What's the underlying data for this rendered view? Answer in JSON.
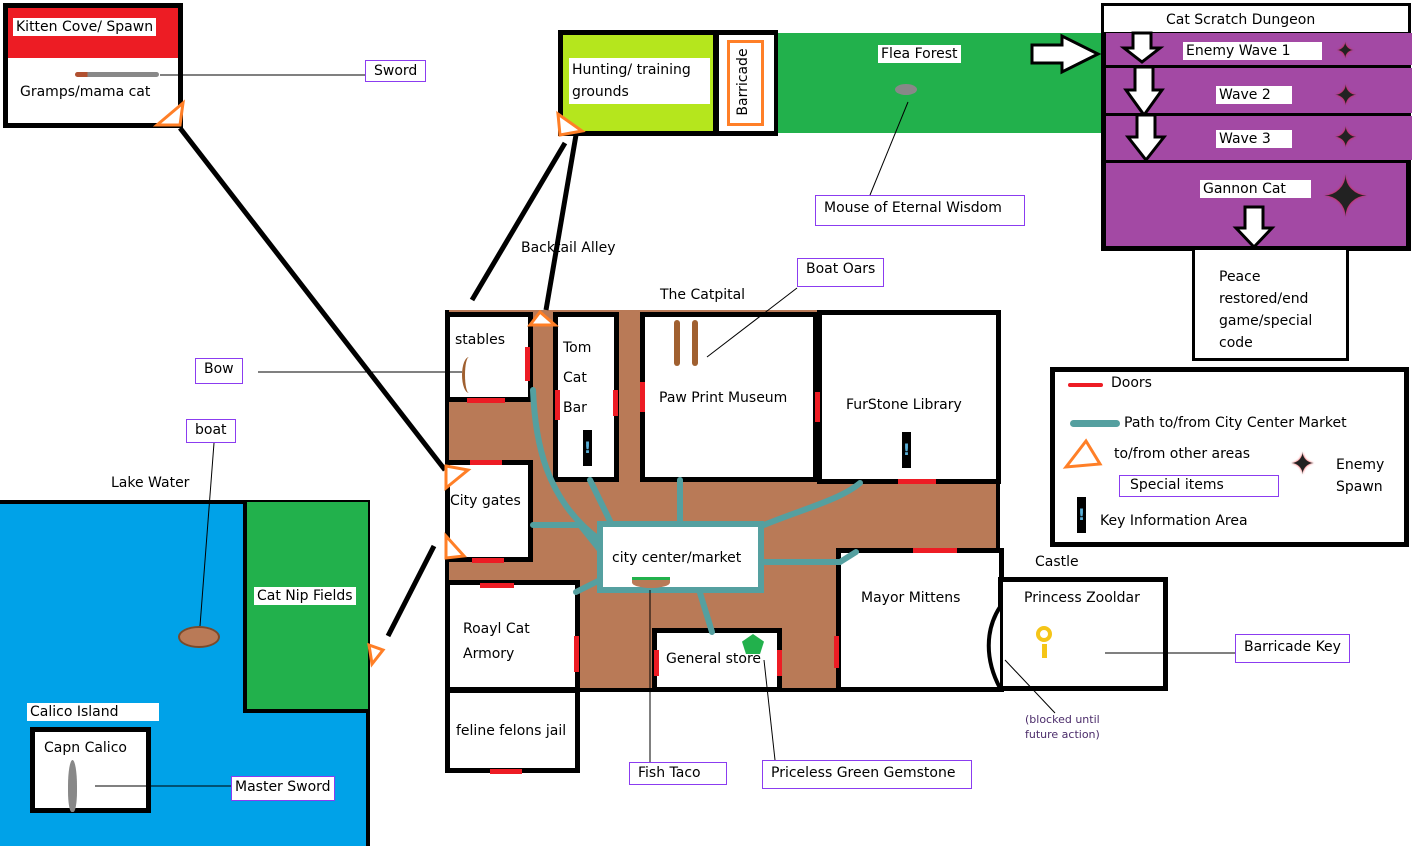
{
  "areas": {
    "kitten_cove": "Kitten Cove/ Spawn",
    "gramps": "Gramps/mama cat",
    "hunting": "Hunting/ training grounds",
    "barricade": "Barricade",
    "flea_forest": "Flea Forest",
    "dungeon": "Cat Scratch Dungeon",
    "wave1": "Enemy Wave 1",
    "wave2": "Wave 2",
    "wave3": "Wave 3",
    "gannon": "Gannon Cat",
    "peace": "Peace restored/end game/special code",
    "backtail": "Backtail Alley",
    "catpital": "The Catpital",
    "stables": "stables",
    "tom_cat_bar": "Tom Cat Bar",
    "museum": "Paw Print Museum",
    "library": "FurStone Library",
    "city_gates": "City gates",
    "market": "city center/market",
    "armory": "Roayl Cat Armory",
    "general_store": "General store",
    "jail": "feline felons jail",
    "mayor": "Mayor Mittens",
    "castle": "Castle",
    "princess": "Princess Zooldar",
    "blocked": "(blocked until future action)",
    "lake": "Lake Water",
    "catnip": "Cat Nip Fields",
    "calico_island": "Calico Island",
    "capn": "Capn Calico"
  },
  "items": {
    "sword": "Sword",
    "mouse": "Mouse of Eternal Wisdom",
    "boat_oars": "Boat Oars",
    "bow": "Bow",
    "boat": "boat",
    "barricade_key": "Barricade Key",
    "fish_taco": "Fish Taco",
    "gemstone": "Priceless Green Gemstone",
    "master_sword": "Master Sword"
  },
  "legend": {
    "doors": "Doors",
    "path": "Path to/from City Center Market",
    "other": "to/from other areas",
    "special": "Special items",
    "key_info": "Key Information Area",
    "enemy": "Enemy Spawn"
  },
  "colors": {
    "red": "#ed1c24",
    "green": "#22b14c",
    "blue": "#00a2e8",
    "purple": "#a349a4",
    "lime": "#b5e61d",
    "brown": "#b97a57",
    "teal": "#55a0a0",
    "orange": "#ff7f27"
  }
}
